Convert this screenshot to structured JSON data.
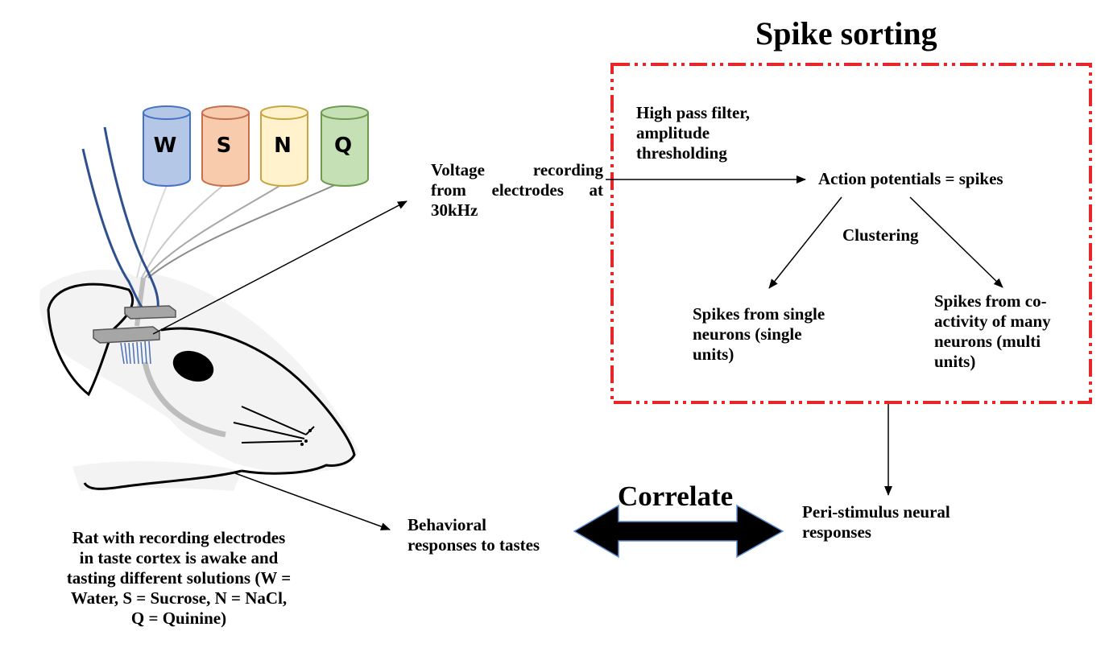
{
  "title": "Spike sorting",
  "solutions": [
    {
      "letter": "W",
      "fill": "#b4c7e7",
      "stroke": "#4472c4"
    },
    {
      "letter": "S",
      "fill": "#f8cbad",
      "stroke": "#c5704f"
    },
    {
      "letter": "N",
      "fill": "#fff2cc",
      "stroke": "#c9a43f"
    },
    {
      "letter": "Q",
      "fill": "#c5e0b4",
      "stroke": "#6f9b50"
    }
  ],
  "voltage_recording": [
    "Voltage recording",
    "from electrodes at",
    "30kHz"
  ],
  "filter_step": [
    "High pass filter,",
    "amplitude",
    "thresholding"
  ],
  "action_potentials": "Action potentials = spikes",
  "clustering": "Clustering",
  "single_units": [
    "Spikes from single",
    "neurons (single",
    "units)"
  ],
  "multi_units": [
    "Spikes from co-",
    "activity of many",
    "neurons (multi",
    "units)"
  ],
  "peri_stimulus": [
    "Peri-stimulus neural",
    "responses"
  ],
  "behavioral": [
    "Behavioral",
    "responses to tastes"
  ],
  "correlate": "Correlate",
  "rat_caption": [
    "Rat with recording electrodes",
    "in taste cortex is awake and",
    "tasting different solutions (W =",
    "Water, S = Sucrose, N = NaCl,",
    "Q = Quinine)"
  ],
  "colors": {
    "box_border": "#e8262a",
    "electrode_wire": "#2f4f8f",
    "arrow": "#000000",
    "correlate_arrow_border": "#5b8ed6"
  }
}
